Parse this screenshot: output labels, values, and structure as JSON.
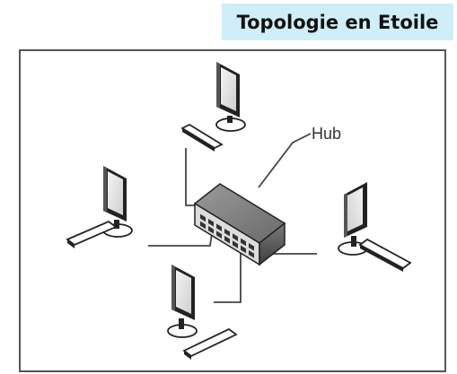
{
  "title": "Topologie en Etoile",
  "diagram": {
    "hub_label": "Hub",
    "nodes": [
      {
        "name": "computer-top",
        "icon": "computer-icon"
      },
      {
        "name": "computer-left",
        "icon": "computer-icon"
      },
      {
        "name": "computer-right",
        "icon": "computer-icon"
      },
      {
        "name": "computer-bottom",
        "icon": "computer-icon"
      },
      {
        "name": "hub",
        "icon": "hub-icon"
      }
    ],
    "colors": {
      "title_background": "#cfeef8",
      "frame_border": "#555555",
      "line": "#444444"
    }
  }
}
